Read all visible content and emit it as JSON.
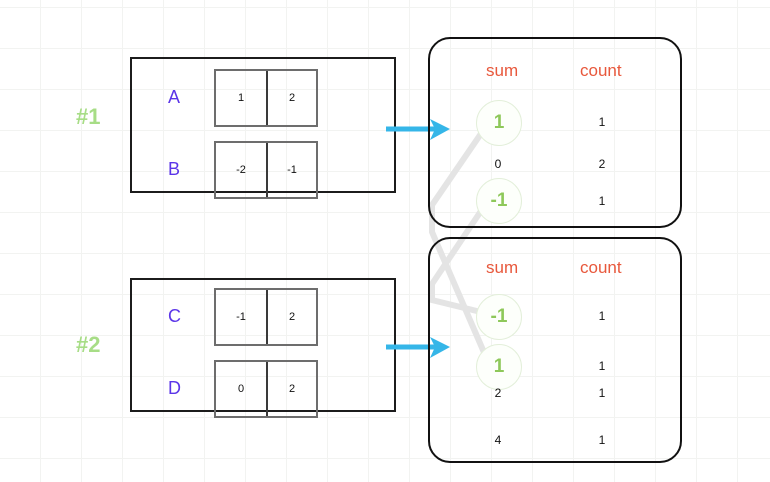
{
  "diagram": {
    "title": "shuffle-aggregation-diagram",
    "colors": {
      "accent_purple": "#5b35e8",
      "accent_green": "#8ec85a",
      "step_green": "#a7dd86",
      "header_orange": "#e8583c",
      "arrow_blue": "#35b6e8",
      "link_gray": "#e2e2e2",
      "grid": "#f2f3f1",
      "box_border": "#1c1c1c",
      "cell_border": "#6d6d6d"
    },
    "steps": [
      {
        "label": "#1"
      },
      {
        "label": "#2"
      }
    ],
    "groups": [
      {
        "name": "group-1",
        "rows": [
          {
            "label": "A",
            "cells": [
              "1",
              "2"
            ]
          },
          {
            "label": "B",
            "cells": [
              "-2",
              "-1"
            ]
          }
        ]
      },
      {
        "name": "group-2",
        "rows": [
          {
            "label": "C",
            "cells": [
              "-1",
              "2"
            ]
          },
          {
            "label": "D",
            "cells": [
              "0",
              "2"
            ]
          }
        ]
      }
    ],
    "tables": [
      {
        "name": "agg-table-1",
        "headers": {
          "sum": "sum",
          "count": "count"
        },
        "rows": [
          {
            "sum": "1",
            "count": "1",
            "highlight": true
          },
          {
            "sum": "0",
            "count": "2",
            "highlight": false
          },
          {
            "sum": "-1",
            "count": "1",
            "highlight": true
          }
        ]
      },
      {
        "name": "agg-table-2",
        "headers": {
          "sum": "sum",
          "count": "count"
        },
        "rows": [
          {
            "sum": "-1",
            "count": "1",
            "highlight": true
          },
          {
            "sum": "1",
            "count": "1",
            "highlight": true
          },
          {
            "sum": "2",
            "count": "1",
            "highlight": false
          },
          {
            "sum": "4",
            "count": "1",
            "highlight": false
          }
        ]
      }
    ],
    "arrows": [
      {
        "name": "arrow-group1-to-table1"
      },
      {
        "name": "arrow-group2-to-table2"
      }
    ],
    "links": [
      {
        "name": "link-one-to-one"
      },
      {
        "name": "link-minusone-to-minusone"
      }
    ]
  }
}
